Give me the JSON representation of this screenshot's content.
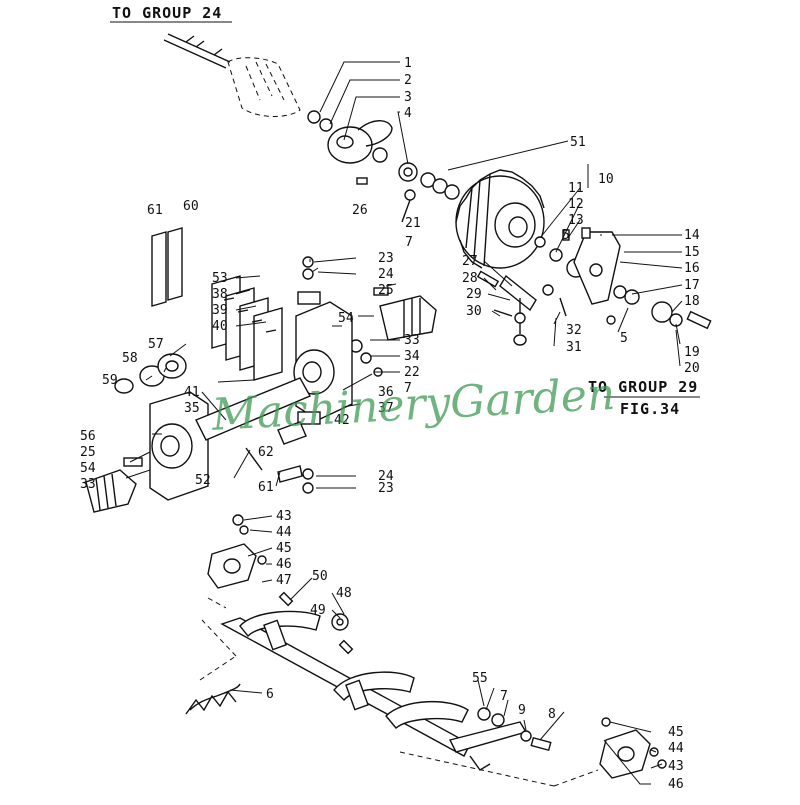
{
  "header": {
    "to_group_24": "TO GROUP 24",
    "to_group_29": "TO GROUP 29",
    "fig": "FIG.34"
  },
  "watermark": "MachineryGarden",
  "colors": {
    "line": "#111111",
    "watermark": "#3f9a55",
    "background": "#ffffff"
  },
  "labels": [
    "1",
    "2",
    "3",
    "4",
    "51",
    "10",
    "11",
    "12",
    "13",
    "5",
    "14",
    "15",
    "16",
    "17",
    "18",
    "19",
    "20",
    "26",
    "21",
    "7",
    "61",
    "60",
    "23",
    "24",
    "25",
    "53",
    "38",
    "39",
    "40",
    "54",
    "27",
    "28",
    "29",
    "30",
    "32",
    "31",
    "33",
    "34",
    "22",
    "7",
    "57",
    "58",
    "59",
    "36",
    "37",
    "41",
    "35",
    "42",
    "56",
    "25",
    "54",
    "33",
    "62",
    "52",
    "61",
    "24",
    "23",
    "43",
    "44",
    "45",
    "46",
    "47",
    "50",
    "48",
    "49",
    "6",
    "55",
    "7",
    "9",
    "8",
    "45",
    "44",
    "43",
    "46",
    "5"
  ]
}
